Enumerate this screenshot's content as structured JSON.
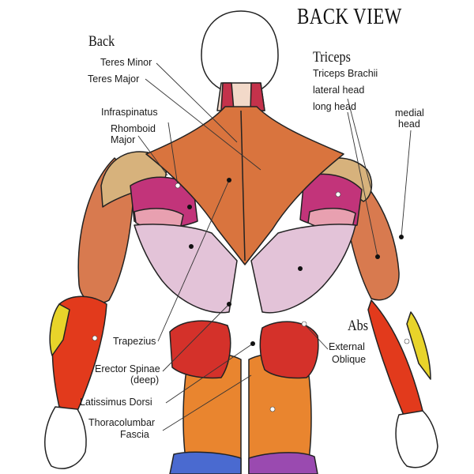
{
  "title": "BACK VIEW",
  "sections": {
    "back": "Back",
    "triceps": "Triceps",
    "abs": "Abs"
  },
  "labels": {
    "teres_minor": "Teres Minor",
    "teres_major": "Teres Major",
    "infraspinatus": "Infraspinatus",
    "rhomboid_major_1": "Rhomboid",
    "rhomboid_major_2": "Major",
    "triceps_brachii": "Triceps Brachii",
    "lateral_head": "lateral head",
    "long_head": "long head",
    "medial_head_1": "medial",
    "medial_head_2": "head",
    "trapezius": "Trapezius",
    "erector_spinae_1": "Erector Spinae",
    "erector_spinae_2": "(deep)",
    "latissimus_dorsi": "Latissimus Dorsi",
    "thoracolumbar_1": "Thoracolumbar",
    "thoracolumbar_2": "Fascia",
    "external_oblique_1": "External",
    "external_oblique_2": "Oblique"
  },
  "colors": {
    "trapezius": "#d9743e",
    "latissimus": "#e3c3d8",
    "deltoid": "#d7b27c",
    "infraspinatus": "#c2347a",
    "forearm": "#e23a1c",
    "erector": "#e9852f",
    "oblique": "#d4312a",
    "outline": "#222222"
  }
}
